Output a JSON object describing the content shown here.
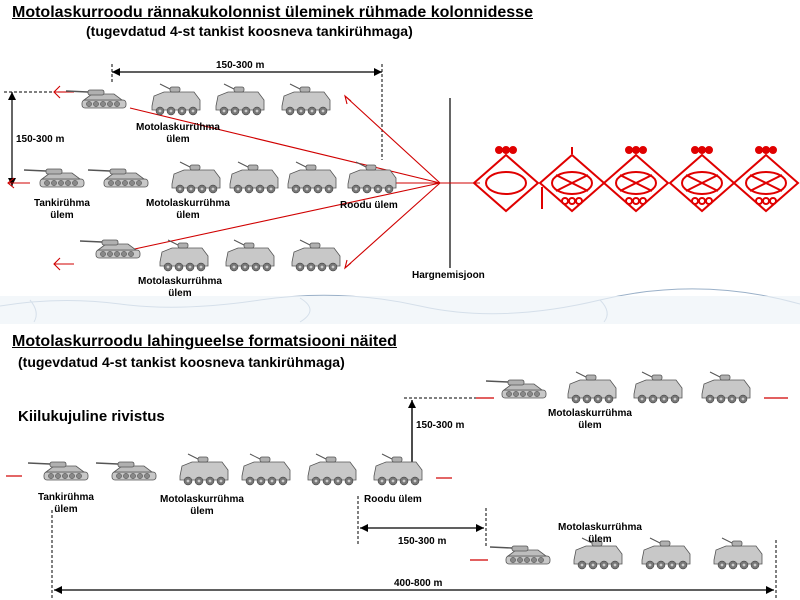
{
  "top": {
    "title": "Motolaskurroodu rännakukolonnist üleminek rühmade kolonnidesse",
    "subtitle": "(tugevdatud 4-st tankist koosneva tankirühmaga)",
    "dim_horizontal": "150-300 m",
    "dim_vertical": "150-300 m",
    "label_motorifle_top_1": "Motolaskurrühma",
    "label_motorifle_top_2": "ülem",
    "label_tank_1": "Tankirühma",
    "label_tank_2": "ülem",
    "label_motorifle_mid_1": "Motolaskurrühma",
    "label_motorifle_mid_2": "ülem",
    "label_company": "Roodu ülem",
    "label_motorifle_bot_1": "Motolaskurrühma",
    "label_motorifle_bot_2": "ülem",
    "label_branch_line": "Hargnemisjoon"
  },
  "bottom": {
    "title": "Motolaskurroodu lahingueelse formatsiooni näited",
    "subtitle": "(tugevdatud 4-st tankist koosneva tankirühmaga)",
    "formation_name": "Kiilukujuline rivistus",
    "dim_vertical": "150-300 m",
    "label_motorifle_top_1": "Motolaskurrühma",
    "label_motorifle_top_2": "ülem",
    "label_tank_1": "Tankirühma",
    "label_tank_2": "ülem",
    "label_motorifle_mid_1": "Motolaskurrühma",
    "label_motorifle_mid_2": "ülem",
    "label_company": "Roodu ülem",
    "dim_short": "150-300 m",
    "label_motorifle_bot_1": "Motolaskurrühma",
    "label_motorifle_bot_2": "ülem",
    "dim_long": "400-800 m"
  },
  "colors": {
    "arrow": "#d00000",
    "symbol": "#e00000",
    "vehicle_fill": "#c8c8c8",
    "vehicle_stroke": "#555555",
    "map_line": "#9ab0c8"
  }
}
